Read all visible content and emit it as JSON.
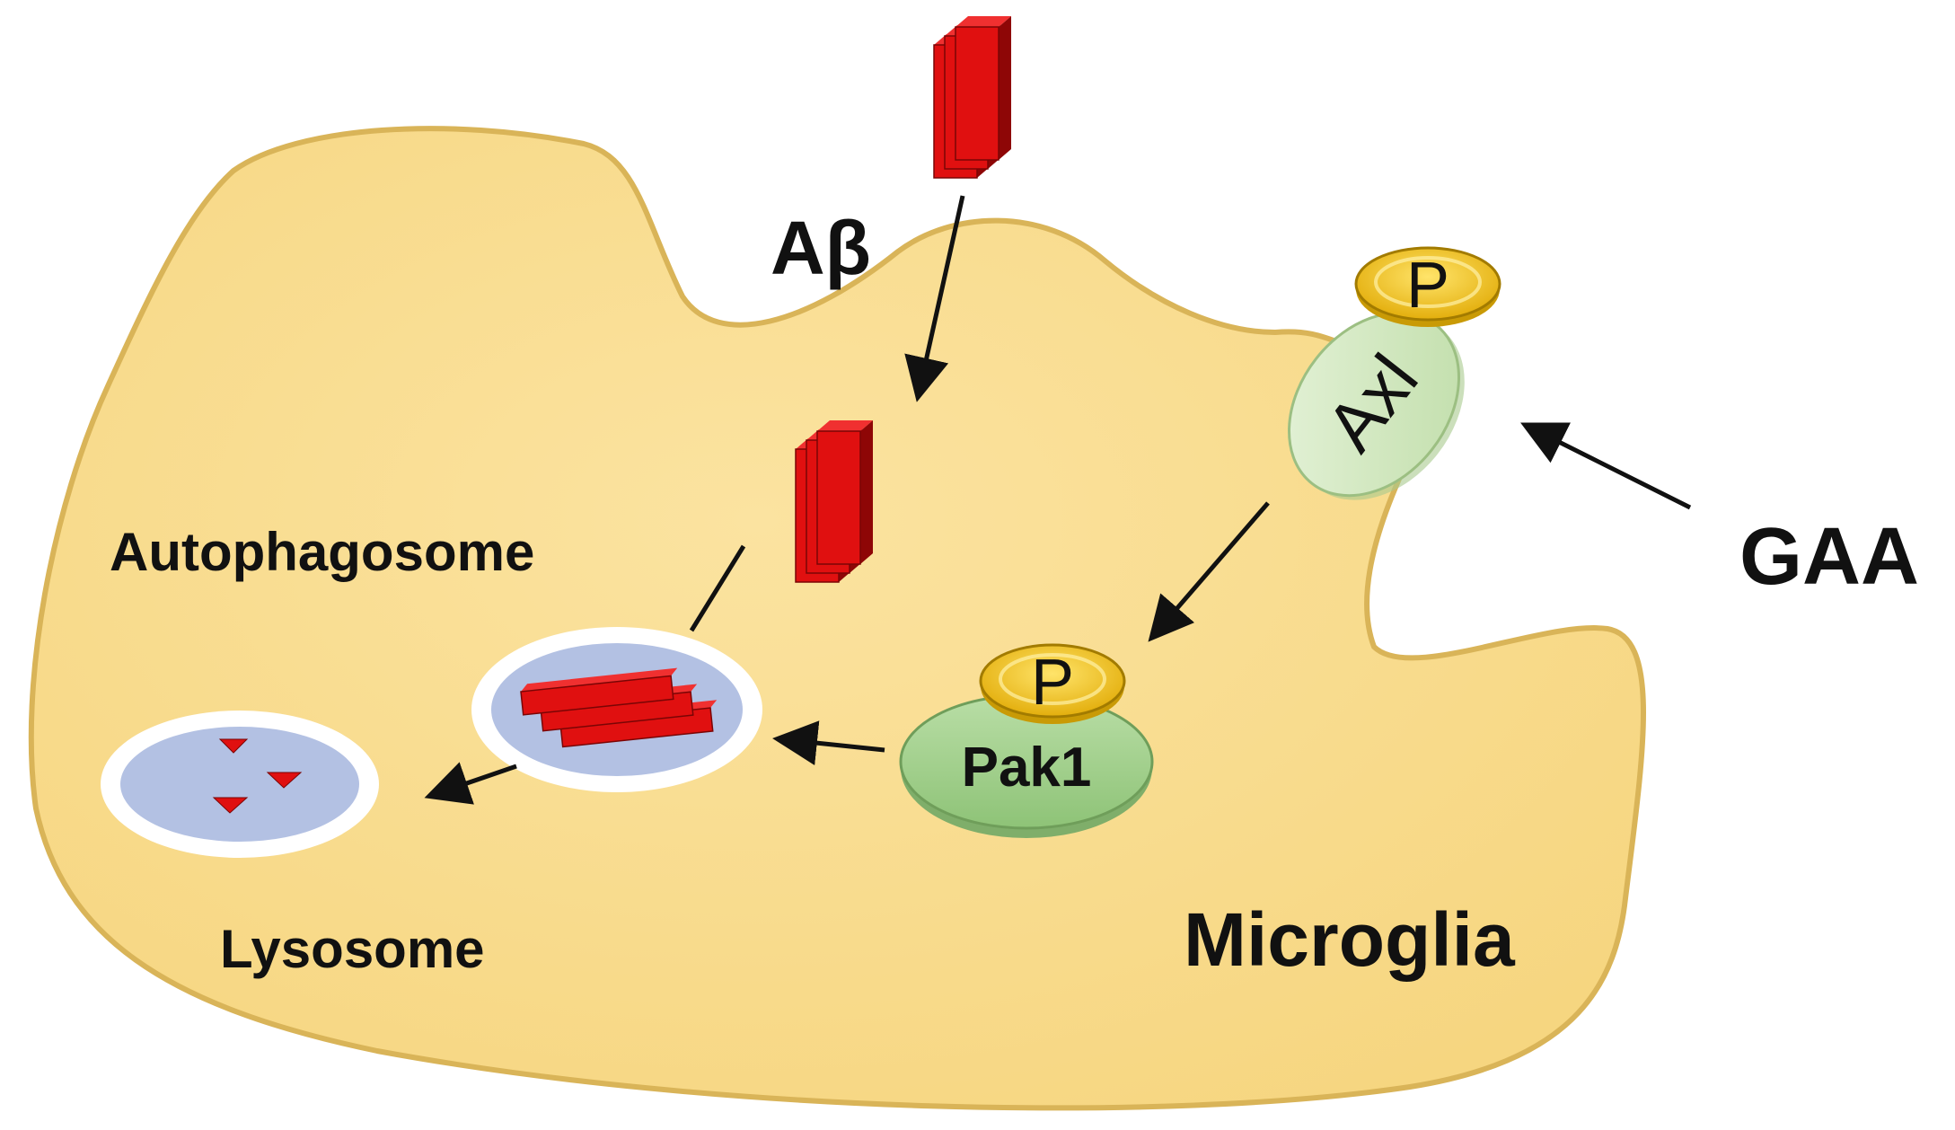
{
  "diagram": {
    "labels": {
      "abeta": "Aβ",
      "autophagosome": "Autophagosome",
      "lysosome": "Lysosome",
      "microglia": "Microglia",
      "gaa": "GAA",
      "axl": "Axl",
      "pak1": "Pak1",
      "phospho_axl": "P",
      "phospho_pak1": "P"
    },
    "colors": {
      "cell_fill": "#F9DC8E",
      "cell_edge": "#D9B458",
      "abeta_red": "#E01010",
      "abeta_dark": "#8E0606",
      "vesicle_blue": "#B3C1E3",
      "vesicle_rim": "#FFFFFF",
      "axl_green": "#D6EBC4",
      "pak1_green": "#A4D48F",
      "phospho_gold": "#F2C21E",
      "arrow": "#111111"
    },
    "icons": [
      "abeta-fibril-icon",
      "phosphate-icon",
      "degraded-fragment-icon"
    ]
  }
}
